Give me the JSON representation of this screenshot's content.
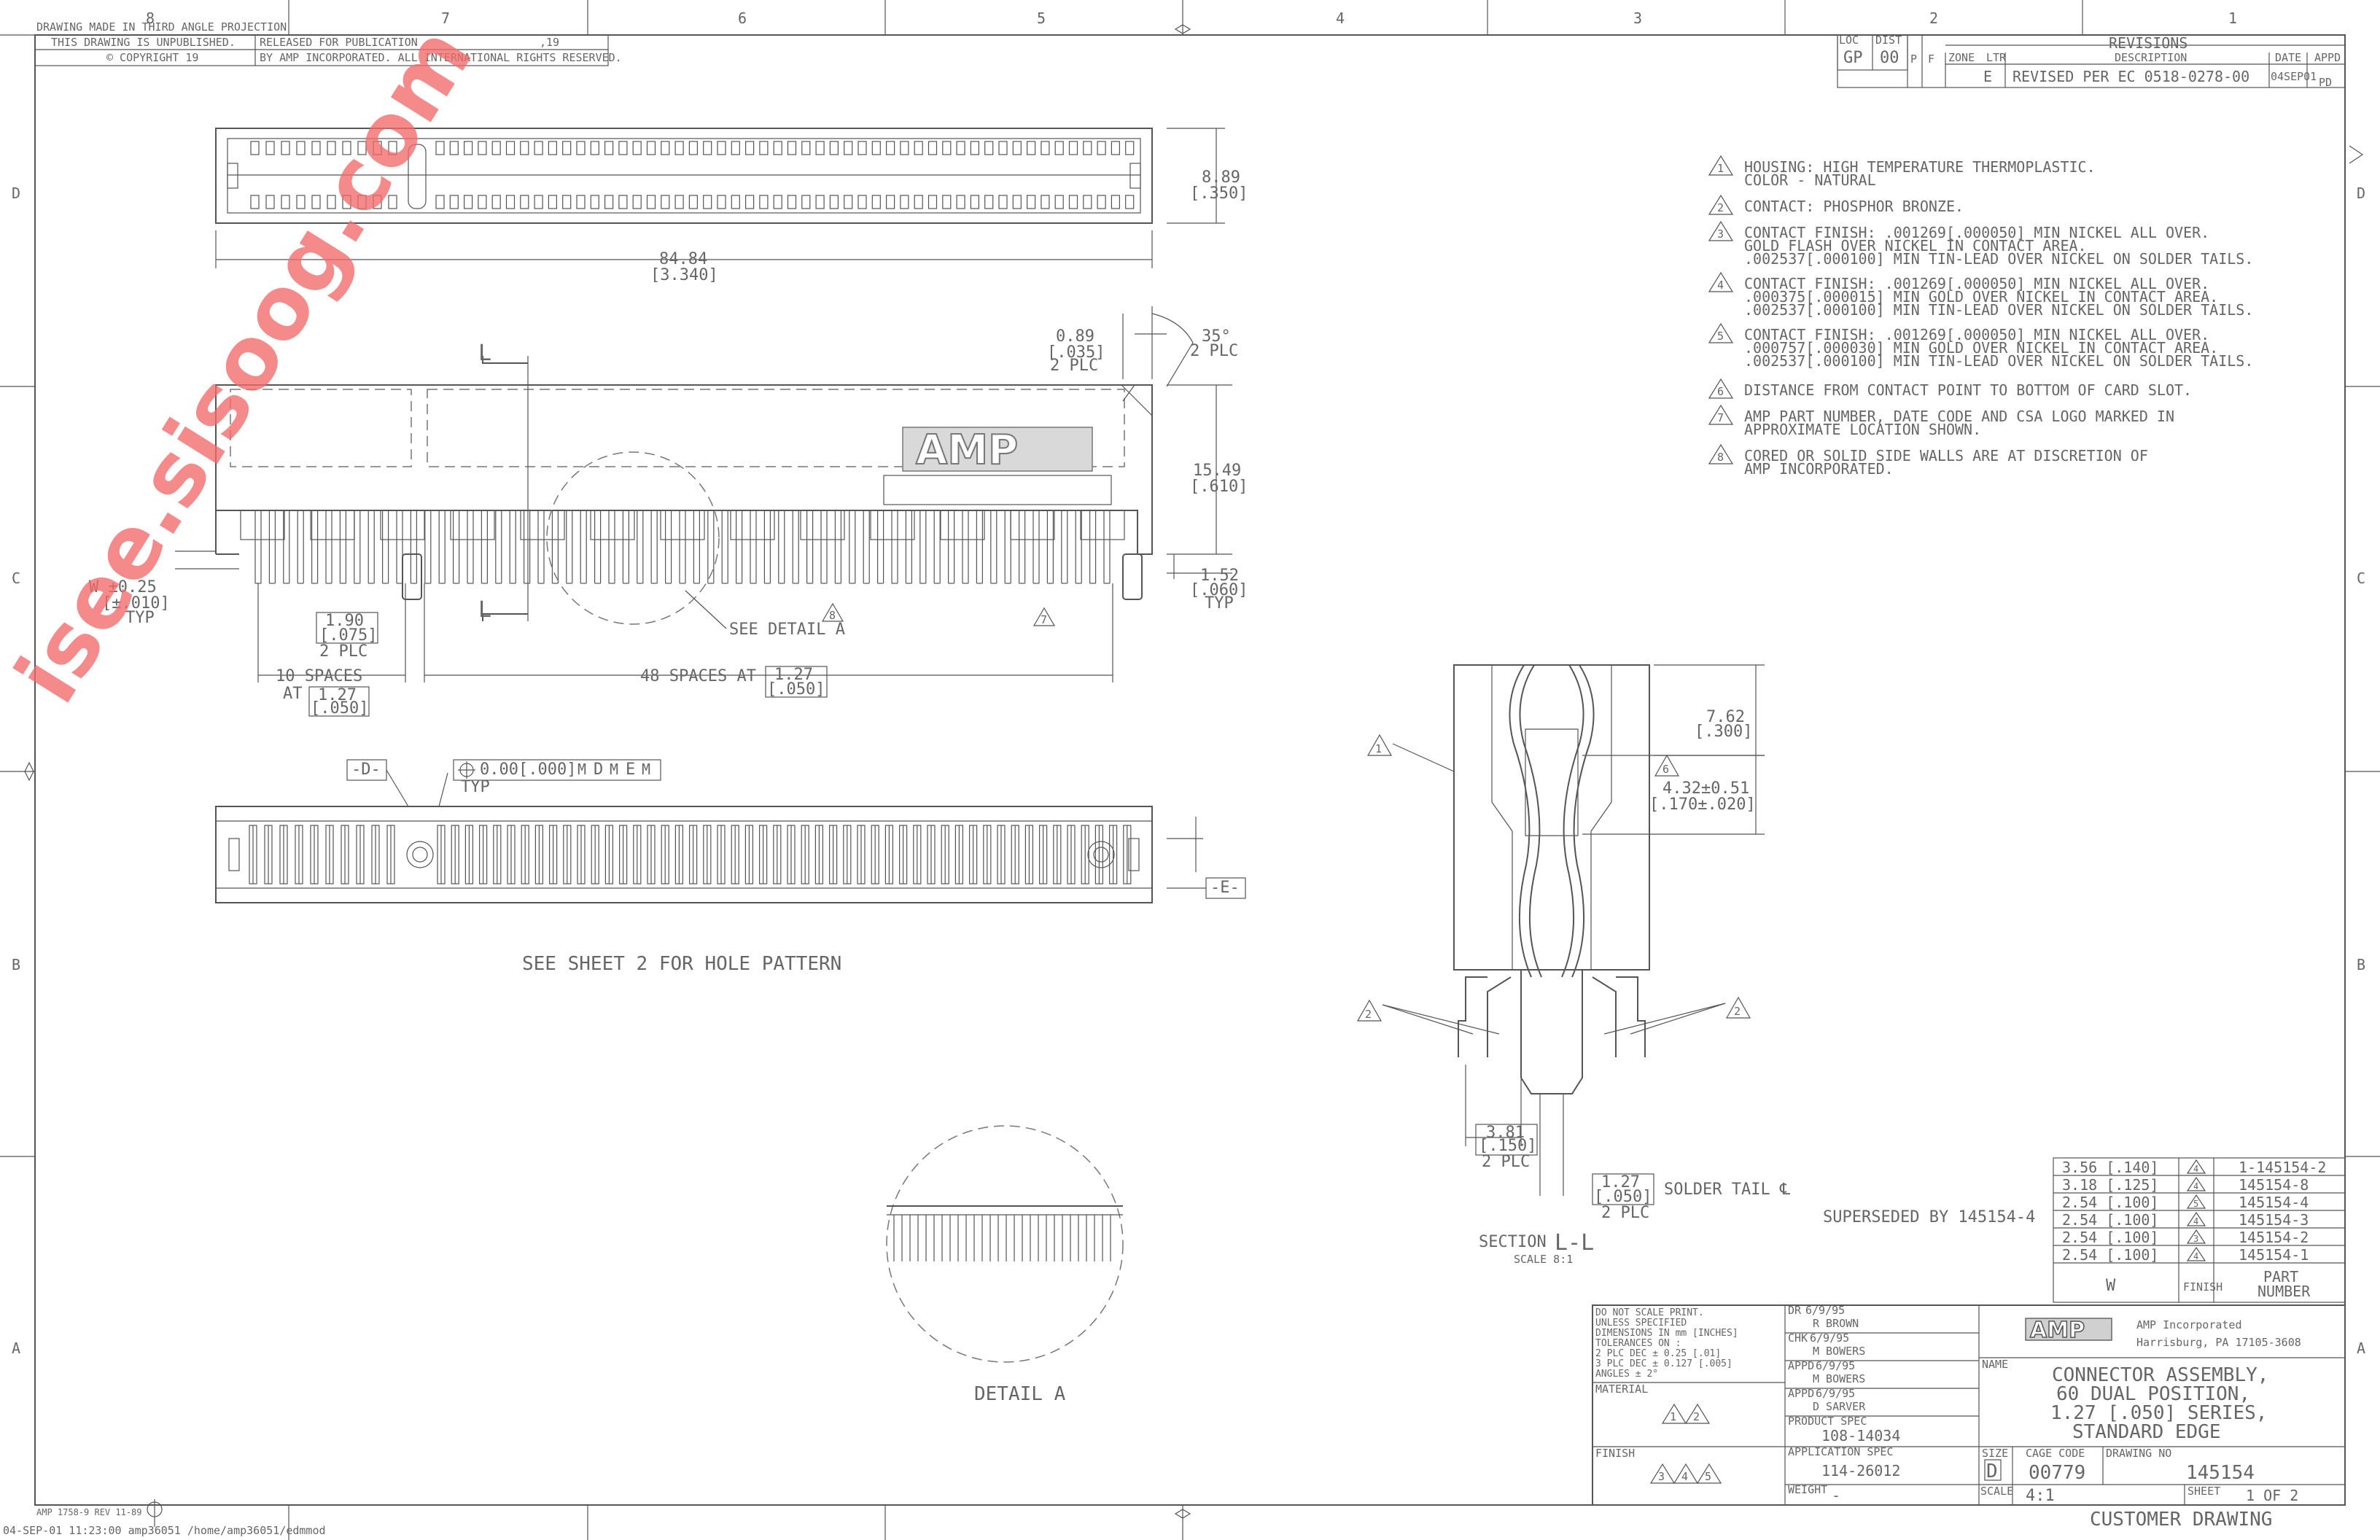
{
  "header": {
    "projection": "DRAWING MADE IN THIRD ANGLE PROJECTION",
    "unpublished": "THIS DRAWING IS UNPUBLISHED.",
    "released": "RELEASED FOR PUBLICATION",
    "year": ",19",
    "copyright": "© COPYRIGHT 19",
    "rights": "BY AMP INCORPORATED.  ALL INTERNATIONAL RIGHTS RESERVED."
  },
  "border": {
    "columns": [
      "8",
      "7",
      "6",
      "5",
      "4",
      "3",
      "2",
      "1"
    ],
    "rows": [
      "D",
      "C",
      "B",
      "A"
    ]
  },
  "revisions": {
    "title": "REVISIONS",
    "loc_label": "LOC",
    "loc": "GP",
    "dist_label": "DIST",
    "dist": "00",
    "zone": "ZONE",
    "ltr": "LTR",
    "desc_h": "DESCRIPTION",
    "date_h": "DATE",
    "appd_h": "APPD",
    "p": "P",
    "f": "F",
    "row_ltr": "E",
    "row_desc": "REVISED PER EC 0518-0278-00",
    "row_date": "04SEP01",
    "row_appd": "PD"
  },
  "notes": [
    {
      "num": "1",
      "lines": [
        "HOUSING: HIGH TEMPERATURE THERMOPLASTIC.",
        "COLOR - NATURAL"
      ]
    },
    {
      "num": "2",
      "lines": [
        "CONTACT: PHOSPHOR BRONZE."
      ]
    },
    {
      "num": "3",
      "lines": [
        "CONTACT FINISH: .001269[.000050] MIN NICKEL ALL OVER.",
        "GOLD FLASH OVER NICKEL IN CONTACT AREA.",
        ".002537[.000100] MIN TIN-LEAD OVER NICKEL ON SOLDER TAILS."
      ]
    },
    {
      "num": "4",
      "lines": [
        "CONTACT FINISH: .001269[.000050] MIN NICKEL ALL OVER.",
        ".000375[.000015] MIN GOLD OVER NICKEL IN CONTACT AREA.",
        ".002537[.000100] MIN TIN-LEAD OVER NICKEL ON SOLDER TAILS."
      ]
    },
    {
      "num": "5",
      "lines": [
        "CONTACT FINISH: .001269[.000050] MIN NICKEL ALL OVER.",
        ".000757[.000030] MIN GOLD OVER NICKEL IN CONTACT AREA.",
        ".002537[.000100] MIN TIN-LEAD OVER NICKEL ON SOLDER TAILS."
      ]
    },
    {
      "num": "6",
      "lines": [
        "DISTANCE FROM CONTACT POINT TO BOTTOM OF CARD SLOT."
      ]
    },
    {
      "num": "7",
      "lines": [
        "AMP PART NUMBER, DATE CODE AND CSA LOGO MARKED IN",
        "APPROXIMATE LOCATION SHOWN."
      ]
    },
    {
      "num": "8",
      "lines": [
        "CORED OR SOLID SIDE WALLS ARE AT DISCRETION OF",
        "AMP INCORPORATED."
      ]
    }
  ],
  "dims": {
    "height_top_mm": "8.89",
    "height_top_in": "[.350]",
    "length_mm": "84.84",
    "length_in": "[3.340]",
    "chamfer_mm": "0.89",
    "chamfer_in": "[.035]",
    "chamfer_plc": "2 PLC",
    "angle": "35°",
    "angle_plc": "2 PLC",
    "height_mm": "15.49",
    "height_in": "[.610]",
    "tail_mm": "1.52",
    "tail_in": "[.060]",
    "tail_typ": "TYP",
    "w_mm": "W ±0.25",
    "w_in": "[±.010]",
    "w_typ": "TYP",
    "pitch1_mm": "1.90",
    "pitch1_in": "[.075]",
    "pitch1_plc": "2 PLC",
    "sp10": "10 SPACES",
    "at": "AT",
    "sp10_mm": "1.27",
    "sp10_in": "[.050]",
    "sp48": "48 SPACES AT",
    "sp48_mm": "1.27",
    "sp48_in": "[.050]",
    "see_detail": "SEE DETAIL A",
    "sec_l": "L",
    "datum_d": "-D-",
    "datum_e": "-E-",
    "tol": "0.00[.000]",
    "tol_m": "M",
    "tol_d": "D",
    "tol_e": "E",
    "tol_typ": "TYP",
    "hole_note": "SEE SHEET 2 FOR HOLE PATTERN",
    "detail_a": "DETAIL A",
    "sec_h1_mm": "7.62",
    "sec_h1_in": "[.300]",
    "sec_h2_mm": "4.32±0.51",
    "sec_h2_in": "[.170±.020]",
    "sec_w1_mm": "3.81",
    "sec_w1_in": "[.150]",
    "sec_w1_plc": "2 PLC",
    "sec_w2_mm": "1.27",
    "sec_w2_in": "[.050]",
    "sec_w2_plc": "2 PLC",
    "solder_tail": "SOLDER TAIL ℄",
    "section": "SECTION",
    "section_ll": "L-L",
    "scale": "SCALE 8:1",
    "superseded": "SUPERSEDED BY 145154-4"
  },
  "parts_table": {
    "rows": [
      {
        "w": "3.56 [.140]",
        "finish": "4",
        "part": "1-145154-2"
      },
      {
        "w": "3.18 [.125]",
        "finish": "4",
        "part": "145154-8"
      },
      {
        "w": "2.54 [.100]",
        "finish": "5",
        "part": "145154-4"
      },
      {
        "w": "2.54 [.100]",
        "finish": "4",
        "part": "145154-3"
      },
      {
        "w": "2.54 [.100]",
        "finish": "3",
        "part": "145154-2"
      },
      {
        "w": "2.54 [.100]",
        "finish": "4",
        "part": "145154-1"
      }
    ],
    "h_w": "W",
    "h_finish": "FINISH",
    "h_part1": "PART",
    "h_part2": "NUMBER"
  },
  "title_block": {
    "tolerances": [
      "DO NOT SCALE PRINT.",
      "UNLESS SPECIFIED",
      "DIMENSIONS IN mm [INCHES]",
      "TOLERANCES  ON :",
      "2 PLC DEC ± 0.25 [.01]",
      "3 PLC DEC ± 0.127 [.005]",
      "ANGLES   ±  2°"
    ],
    "material": "MATERIAL",
    "finish": "FINISH",
    "dr": "DR",
    "dr_date": "6/9/95",
    "dr_name": "R BROWN",
    "chk": "CHK",
    "chk_date": "6/9/95",
    "chk_name": "M BOWERS",
    "appd1": "APPD",
    "appd1_date": "6/9/95",
    "appd1_name": "M BOWERS",
    "appd2": "APPD",
    "appd2_date": "6/9/95",
    "appd2_name": "D SARVER",
    "product_spec_label": "PRODUCT SPEC",
    "product_spec": "108-14034",
    "app_spec_label": "APPLICATION SPEC",
    "app_spec": "114-26012",
    "weight_label": "WEIGHT",
    "weight": "-",
    "company_logo": "AMP",
    "company": "AMP Incorporated",
    "address": "Harrisburg, PA 17105-3608",
    "name_label": "NAME",
    "name_lines": [
      "CONNECTOR ASSEMBLY,",
      "60 DUAL POSITION,",
      "1.27 [.050] SERIES,",
      "STANDARD EDGE"
    ],
    "size_label": "SIZE",
    "size": "D",
    "cage_label": "CAGE CODE",
    "cage": "00779",
    "dwg_label": "DRAWING NO",
    "dwg": "145154",
    "scale_label": "SCALE",
    "scale": "4:1",
    "sheet_label": "SHEET",
    "sheet": "1 OF 2",
    "customer": "CUSTOMER DRAWING"
  },
  "footer": {
    "form": "AMP 1758-9 REV 11-89",
    "stamp": "04-SEP-01   11:23:00  amp36051  /home/amp36051/edmmod"
  },
  "watermark": "isee.sisoog.com"
}
